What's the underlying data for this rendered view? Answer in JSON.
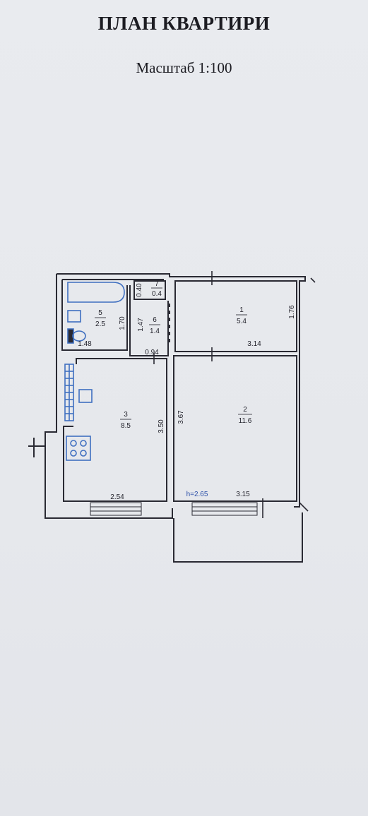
{
  "header": {
    "title": "ПЛАН КВАРТИРИ",
    "scale": "Масштаб 1:100"
  },
  "rooms": [
    {
      "number": "1",
      "area": "5.4"
    },
    {
      "number": "2",
      "area": "11.6"
    },
    {
      "number": "3",
      "area": "8.5"
    },
    {
      "number": "5",
      "area": "2.5"
    },
    {
      "number": "6",
      "area": "1.4"
    },
    {
      "number": "7",
      "area": "0.4"
    }
  ],
  "dimensions": {
    "d_0_40": "0.40",
    "d_1_70": "1.70",
    "d_1_47": "1.47",
    "d_1_76": "1.76",
    "d_3_14": "3.14",
    "d_1_48": "1.48",
    "d_0_94": "0.94",
    "d_3_50": "3.50",
    "d_3_67": "3.67",
    "d_2_54": "2.54",
    "d_3_15": "3.15"
  },
  "ceiling_height": "h=2.65",
  "colors": {
    "walls": "#2a2a33",
    "fixtures": "#3f6fc0"
  }
}
